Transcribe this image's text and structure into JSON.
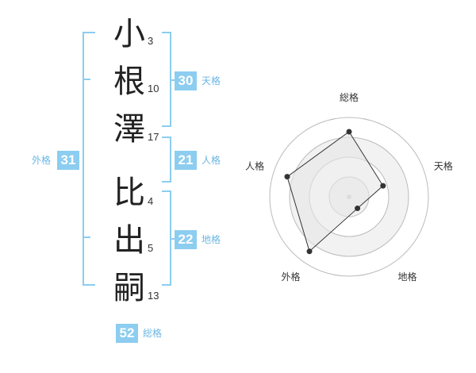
{
  "characters": [
    {
      "char": "小",
      "strokes": "3"
    },
    {
      "char": "根",
      "strokes": "10"
    },
    {
      "char": "澤",
      "strokes": "17"
    },
    {
      "char": "比",
      "strokes": "4"
    },
    {
      "char": "出",
      "strokes": "5"
    },
    {
      "char": "嗣",
      "strokes": "13"
    }
  ],
  "kaku": {
    "tenkaku": {
      "value": "30",
      "label": "天格"
    },
    "jinkaku": {
      "value": "21",
      "label": "人格"
    },
    "chikaku": {
      "value": "22",
      "label": "地格"
    },
    "gaikaku": {
      "value": "31",
      "label": "外格"
    },
    "soukaku": {
      "value": "52",
      "label": "総格"
    }
  },
  "colors": {
    "accent": "#8ccdf0",
    "accent_text": "#6ab7e3"
  },
  "chart_data": {
    "type": "radar",
    "axes": [
      "総格",
      "天格",
      "地格",
      "外格",
      "人格"
    ],
    "values": [
      0.82,
      0.45,
      0.18,
      0.85,
      0.82
    ],
    "rings": 4,
    "range": [
      0,
      1
    ]
  }
}
